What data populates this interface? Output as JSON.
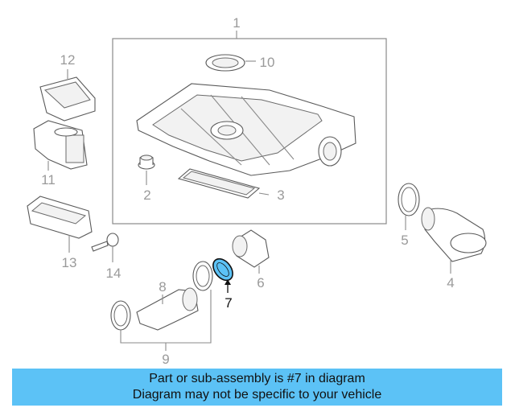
{
  "callouts": {
    "c1": "1",
    "c2": "2",
    "c3": "3",
    "c4": "4",
    "c5": "5",
    "c6": "6",
    "c7": "7",
    "c8": "8",
    "c9": "9",
    "c10": "10",
    "c11": "11",
    "c12": "12",
    "c13": "13",
    "c14": "14"
  },
  "highlight": {
    "part_number": "7",
    "color": "#5cc2f6"
  },
  "banner": {
    "line1": "Part or sub-assembly is #7 in diagram",
    "line2": "Diagram may not be specific to your vehicle",
    "background": "#5cc2f6"
  }
}
